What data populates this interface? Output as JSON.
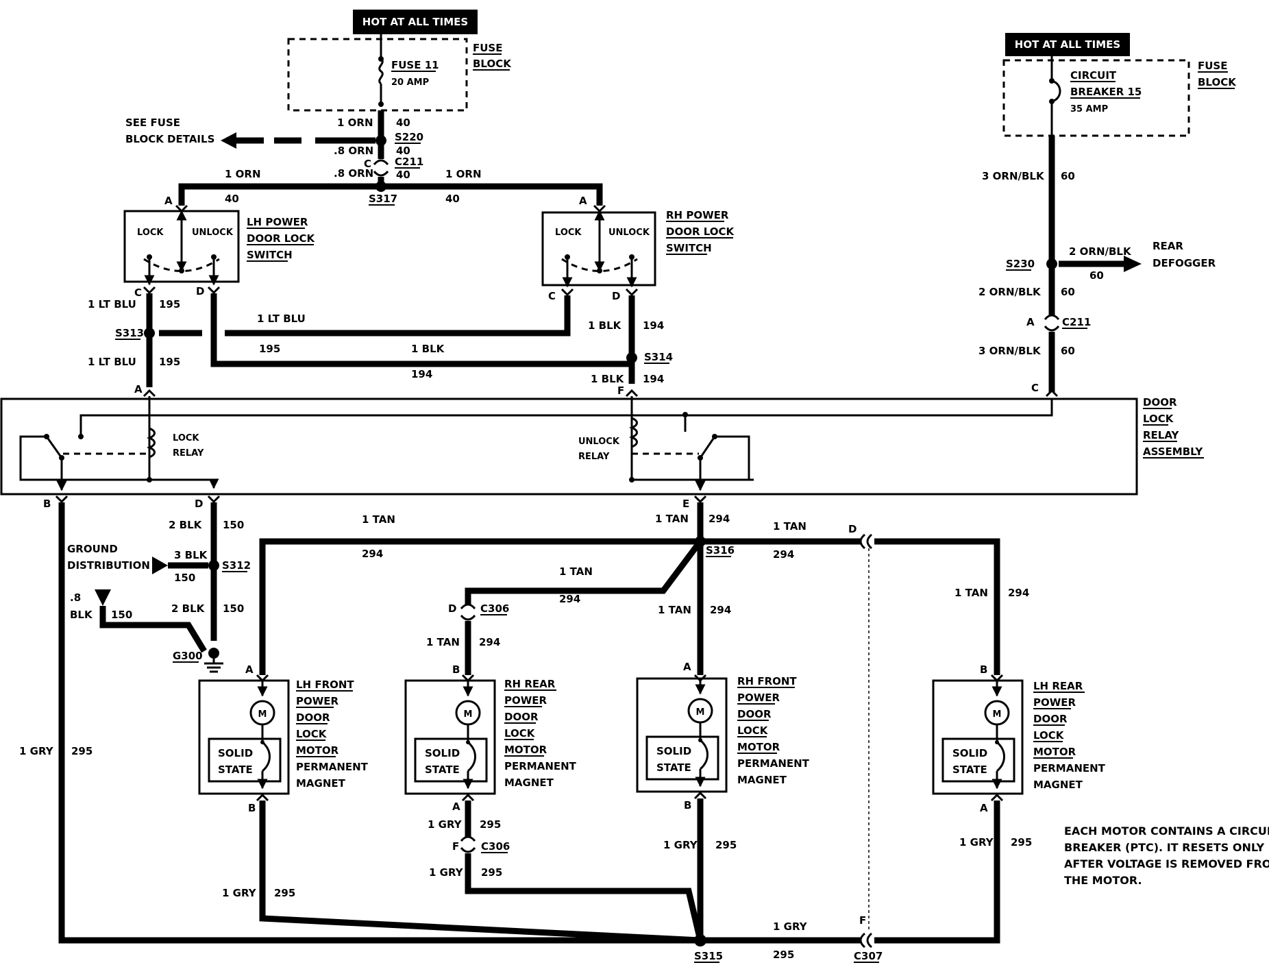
{
  "hot_labels": [
    "HOT AT ALL TIMES",
    "HOT AT ALL TIMES"
  ],
  "fuse_block_1": {
    "title_line1": "FUSE",
    "title_line2": "BLOCK",
    "fuse_name": "FUSE 11",
    "fuse_rating": "20 AMP"
  },
  "fuse_block_2": {
    "title_line1": "FUSE",
    "title_line2": "BLOCK",
    "cb_line1": "CIRCUIT",
    "cb_line2": "BREAKER 15",
    "cb_rating": "35 AMP"
  },
  "see_fuse": {
    "line1": "SEE FUSE",
    "line2": "BLOCK DETAILS"
  },
  "wire_labels": {
    "orn1": "1 ORN",
    "c40": "40",
    "orn_8": ".8 ORN",
    "orn_8b": ".8 ORN",
    "ltblu": "1 LT BLU",
    "c195": "195",
    "blk1": "1 BLK",
    "c194": "194",
    "orn_blk3": "3 ORN/BLK",
    "orn_blk2": "2 ORN/BLK",
    "c60": "60",
    "blk2": "2 BLK",
    "blk3": "3 BLK",
    "c150": "150",
    "blk_8a": ".8",
    "blk_8b": "BLK",
    "tan1": "1 TAN",
    "c294": "294",
    "gry1": "1 GRY",
    "c295": "295"
  },
  "splices": {
    "s220": "S220",
    "s317": "S317",
    "s313": "S313",
    "s314": "S314",
    "s230": "S230",
    "s312": "S312",
    "s316": "S316",
    "s315": "S315"
  },
  "connectors": {
    "c211": "C211",
    "c306": "C306",
    "c307": "C307",
    "g300": "G300"
  },
  "pins": {
    "a": "A",
    "b": "B",
    "c": "C",
    "d": "D",
    "e": "E",
    "f": "F"
  },
  "lh_switch": {
    "lock": "LOCK",
    "unlock": "UNLOCK",
    "name_line1": "LH POWER",
    "name_line2": "DOOR LOCK",
    "name_line3": "SWITCH"
  },
  "rh_switch": {
    "lock": "LOCK",
    "unlock": "UNLOCK",
    "name_line1": "RH POWER",
    "name_line2": "DOOR LOCK",
    "name_line3": "SWITCH"
  },
  "rear_defogger": {
    "line1": "REAR",
    "line2": "DEFOGGER"
  },
  "relay_assembly": {
    "name_line1": "DOOR",
    "name_line2": "LOCK",
    "name_line3": "RELAY",
    "name_line4": "ASSEMBLY",
    "lock_relay_1": "LOCK",
    "lock_relay_2": "RELAY",
    "unlock_relay_1": "UNLOCK",
    "unlock_relay_2": "RELAY"
  },
  "ground": {
    "line1": "GROUND",
    "line2": "DISTRIBUTION"
  },
  "motor_symbol": "M",
  "solid_state": {
    "line1": "SOLID",
    "line2": "STATE"
  },
  "motors": [
    {
      "l1": "LH FRONT",
      "l2": "POWER",
      "l3": "DOOR",
      "l4": "LOCK",
      "l5": "MOTOR",
      "l6": "PERMANENT",
      "l7": "MAGNET"
    },
    {
      "l1": "RH REAR",
      "l2": "POWER",
      "l3": "DOOR",
      "l4": "LOCK",
      "l5": "MOTOR",
      "l6": "PERMANENT",
      "l7": "MAGNET"
    },
    {
      "l1": "RH FRONT",
      "l2": "POWER",
      "l3": "DOOR",
      "l4": "LOCK",
      "l5": "MOTOR",
      "l6": "PERMANENT",
      "l7": "MAGNET"
    },
    {
      "l1": "LH REAR",
      "l2": "POWER",
      "l3": "DOOR",
      "l4": "LOCK",
      "l5": "MOTOR",
      "l6": "PERMANENT",
      "l7": "MAGNET"
    }
  ],
  "note": {
    "line1": "EACH MOTOR CONTAINS A CIRCUIT",
    "line2": "BREAKER (PTC). IT RESETS ONLY",
    "line3": "AFTER VOLTAGE IS REMOVED FROM",
    "line4": "THE MOTOR."
  }
}
